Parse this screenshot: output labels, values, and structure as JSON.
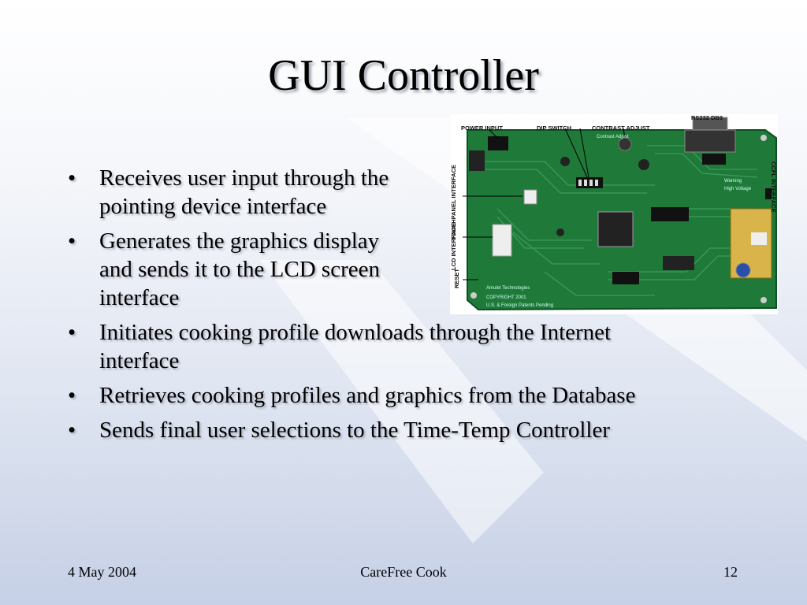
{
  "slide": {
    "title": "GUI Controller",
    "bullets": [
      "Receives user input through the\n pointing device interface",
      "Generates the graphics display\nand sends it to the LCD screen\ninterface",
      "Initiates cooking profile downloads through the Internet\ninterface",
      "Retrieves cooking profiles and graphics from the Database",
      "Sends final user selections to the Time-Temp Controller"
    ],
    "bullet_symbol": "•"
  },
  "board_image": {
    "labels": {
      "power_input": "POWER INPUT",
      "dip_switch": "DIP SWITCH",
      "contrast_adjust": "CONTRAST ADJUST",
      "rs232": "RS232 DB9",
      "touchpanel": "TOUCHPANEL INTERFACE",
      "lcd": "LCD INTERFACE",
      "reset": "RESET",
      "ccfl": "CCFL INTERFACE"
    },
    "silkscreen": {
      "maker": "Amulet Technologies",
      "copyright": "COPYRIGHT 2001",
      "patents": "U.S. & Foreign Patents Pending",
      "warning": "Warning",
      "high_voltage": "High Voltage",
      "contrast": "Contrast Adjust"
    },
    "colors": {
      "board": "#1f7a3a",
      "board_dark": "#14602b",
      "trace": "#3fa060"
    }
  },
  "footer": {
    "date": "4 May 2004",
    "center": "CareFree Cook",
    "page": "12"
  }
}
